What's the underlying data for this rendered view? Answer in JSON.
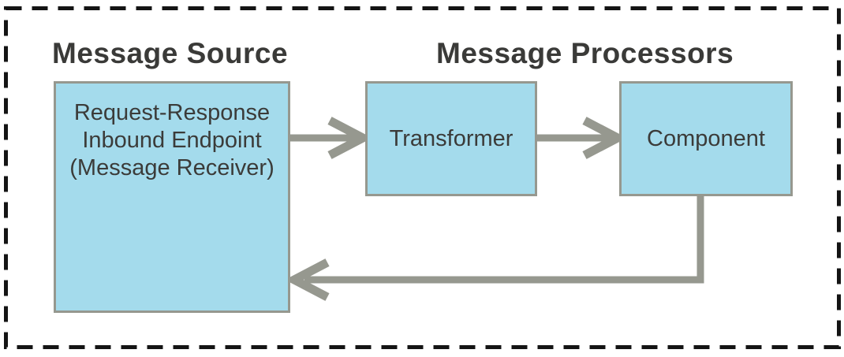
{
  "diagram_type": "message-flow",
  "headings": {
    "message_source": "Message Source",
    "message_processors": "Message Processors"
  },
  "nodes": {
    "inbound_endpoint": {
      "label": "Request-Response Inbound Endpoint (Message Receiver)",
      "lines": [
        "Request-Response",
        "Inbound Endpoint",
        "(Message Receiver)"
      ],
      "group": "Message Source"
    },
    "transformer": {
      "label": "Transformer",
      "group": "Message Processors"
    },
    "component": {
      "label": "Component",
      "group": "Message Processors"
    }
  },
  "edges": [
    {
      "from": "inbound_endpoint",
      "to": "transformer",
      "style": "straight-right"
    },
    {
      "from": "transformer",
      "to": "component",
      "style": "straight-right"
    },
    {
      "from": "component",
      "to": "inbound_endpoint",
      "style": "elbow-down-left-return"
    }
  ],
  "colors": {
    "box_fill": "#a4dbec",
    "box_border": "#96988f",
    "arrow": "#96988f",
    "text": "#3b3b39",
    "heading_text": "#3a3a38",
    "frame_dash": "#141414",
    "background": "#ffffff"
  }
}
